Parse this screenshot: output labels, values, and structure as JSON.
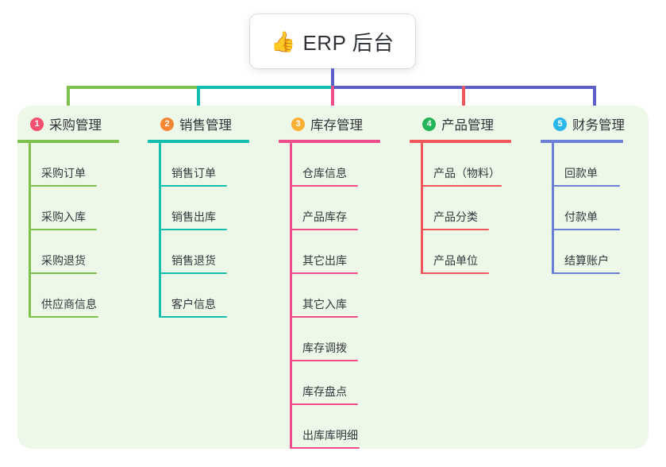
{
  "page": {
    "background": "#ffffff",
    "panel_color": "#eef8e8"
  },
  "title": {
    "icon": "thumbs-up-icon",
    "icon_glyph": "👍",
    "text": "ERP 后台",
    "stem_color": "#5b5fc7"
  },
  "connector": {
    "segments": [
      {
        "name": "green-segment",
        "color": "#7ec14c"
      },
      {
        "name": "teal-segment",
        "color": "#12bfae"
      },
      {
        "name": "blue-segment",
        "color": "#5b5fc7"
      }
    ],
    "drops": [
      {
        "name": "drop-purchase",
        "color": "#7ec14c"
      },
      {
        "name": "drop-sales",
        "color": "#12bfae"
      },
      {
        "name": "drop-inventory",
        "color": "#ef4c8b"
      },
      {
        "name": "drop-product",
        "color": "#f2555a"
      },
      {
        "name": "drop-finance",
        "color": "#5b5fc7"
      }
    ]
  },
  "columns": [
    {
      "id": "purchase",
      "number": "1",
      "badge_color": "#f2506e",
      "line_color": "#7ec14c",
      "title": "采购管理",
      "items": [
        "采购订单",
        "采购入库",
        "采购退货",
        "供应商信息"
      ]
    },
    {
      "id": "sales",
      "number": "2",
      "badge_color": "#f58634",
      "line_color": "#12bfae",
      "title": "销售管理",
      "items": [
        "销售订单",
        "销售出库",
        "销售退货",
        "客户信息"
      ]
    },
    {
      "id": "inventory",
      "number": "3",
      "badge_color": "#fbb034",
      "line_color": "#ef4c8b",
      "title": "库存管理",
      "items": [
        "仓库信息",
        "产品库存",
        "其它出库",
        "其它入库",
        "库存调拨",
        "库存盘点",
        "出库库明细"
      ]
    },
    {
      "id": "product",
      "number": "4",
      "badge_color": "#22b455",
      "line_color": "#f2555a",
      "title": "产品管理",
      "items": [
        "产品（物料）",
        "产品分类",
        "产品单位"
      ]
    },
    {
      "id": "finance",
      "number": "5",
      "badge_color": "#29b6e8",
      "line_color": "#6b7fd7",
      "title": "财务管理",
      "items": [
        "回款单",
        "付款单",
        "结算账户"
      ]
    }
  ]
}
